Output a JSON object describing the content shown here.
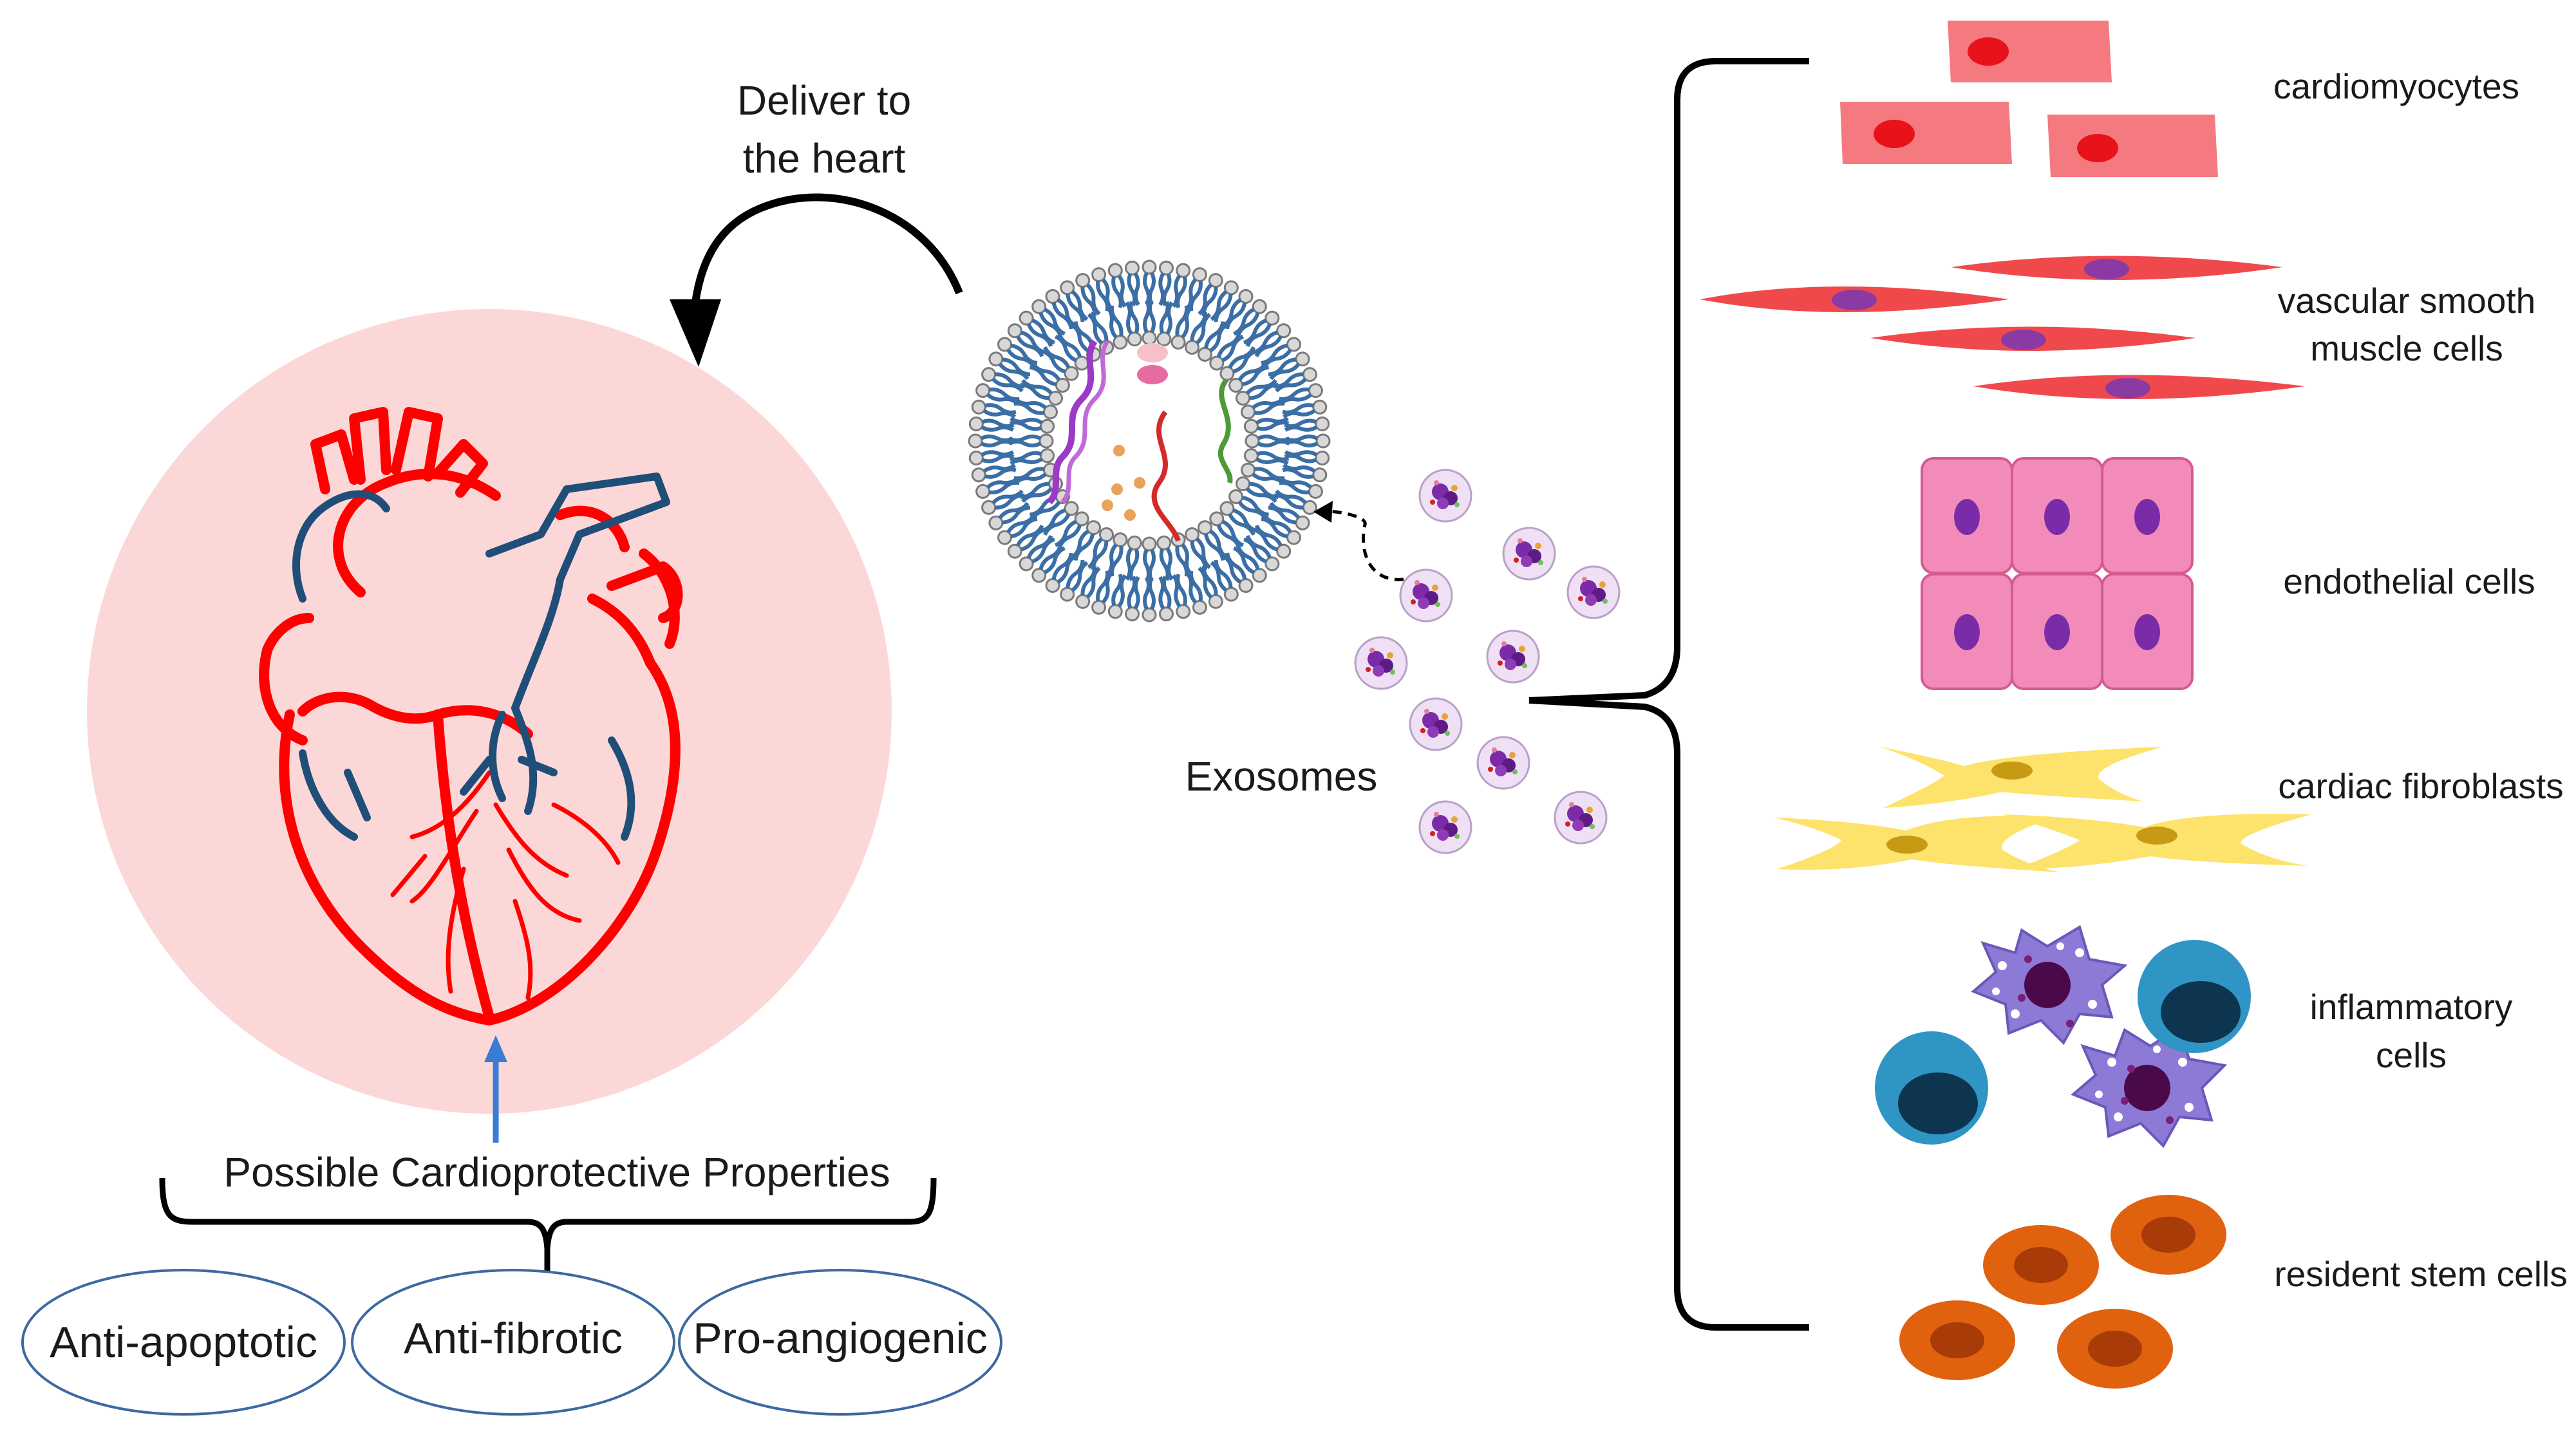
{
  "deliver": {
    "line1": "Deliver to",
    "line2": "the heart"
  },
  "exosomes_label": "Exosomes",
  "properties_title": "Possible Cardioprotective Properties",
  "properties": [
    "Anti-apoptotic",
    "Anti-fibrotic",
    "Pro-angiogenic"
  ],
  "cell_types": {
    "cardiomyocytes": [
      "cardiomyocytes"
    ],
    "vascular_smooth_muscle": [
      "vascular smooth",
      "muscle cells"
    ],
    "endothelial": [
      "endothelial cells"
    ],
    "fibroblasts": [
      "cardiac fibroblasts"
    ],
    "inflammatory": [
      "inflammatory",
      "cells"
    ],
    "stem": [
      "resident stem cells"
    ]
  },
  "colors": {
    "heart_red": "#ff0000",
    "vessel_blue": "#1f4e79",
    "heart_bg": "#fcd7d7",
    "cardiomyocyte": "#f47a80",
    "cardiomyocyte_nucleus": "#e8121b",
    "smooth_muscle": "#f0494c",
    "smooth_muscle_nucleus": "#8b3aa3",
    "endothelial": "#f28bb9",
    "endothelial_nucleus": "#7a2ca8",
    "fibroblast": "#fde36b",
    "fibroblast_nucleus": "#c79a16",
    "macrophage": "#8c7ad6",
    "macrophage_nucleus": "#4a0a4a",
    "lymphocyte": "#2f95c5",
    "lymphocyte_nucleus": "#0d3550",
    "stem": "#e0620f",
    "stem_nucleus": "#a83b07",
    "exosome": "#e8d0f0",
    "ellipse_stroke": "#3c6aa0",
    "up_arrow": "#3a7bd5"
  }
}
